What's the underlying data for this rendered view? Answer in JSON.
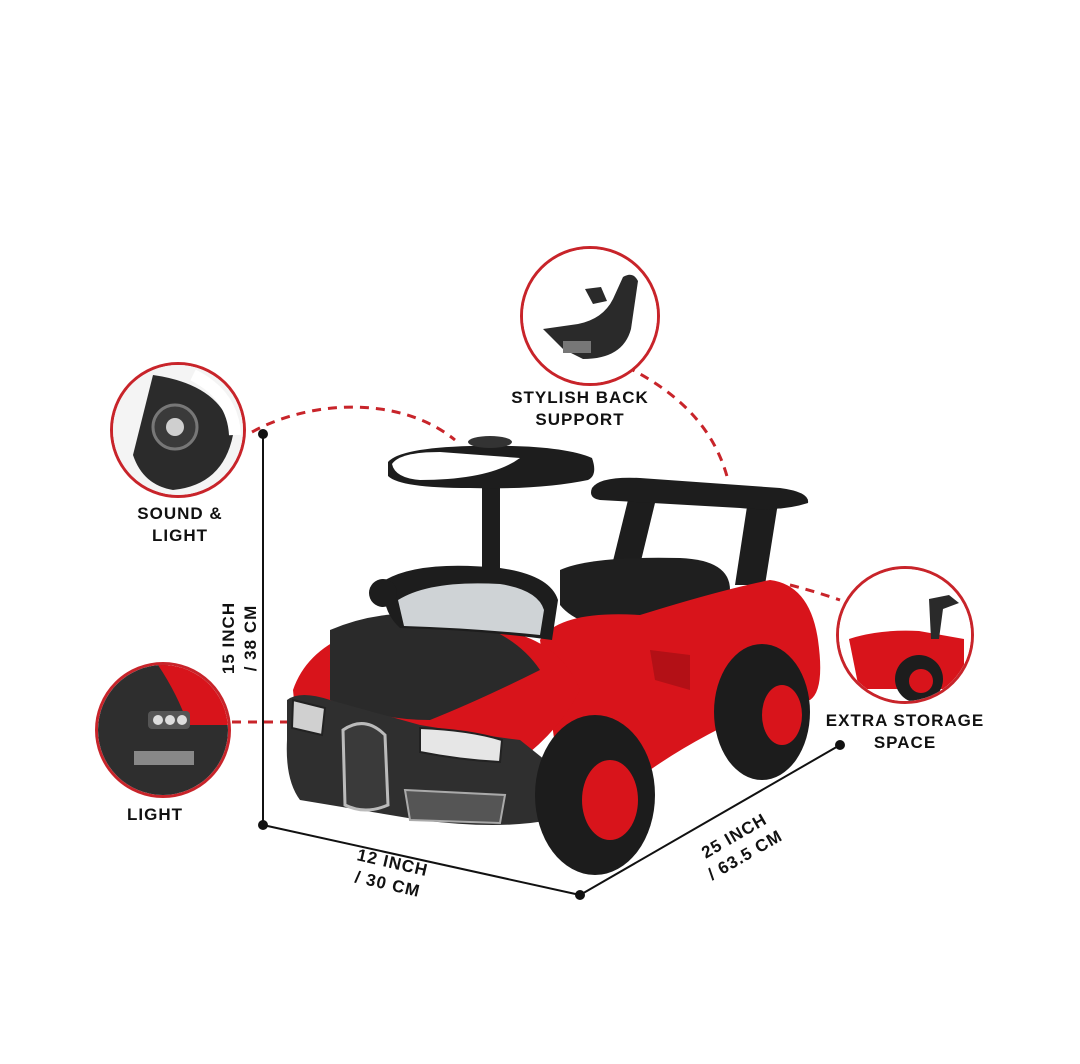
{
  "features": {
    "sound_light": [
      "SOUND &",
      "LIGHT"
    ],
    "back_support": [
      "STYLISH BACK",
      "SUPPORT"
    ],
    "light": "LIGHT",
    "storage": [
      "EXTRA STORAGE",
      "SPACE"
    ]
  },
  "dimensions": {
    "height": [
      "15 INCH",
      "/ 38 CM"
    ],
    "width": [
      "12 INCH",
      "/ 30 CM"
    ],
    "length": [
      "25 INCH",
      "/ 63.5 CM"
    ]
  },
  "colors": {
    "accent": "#c8242a",
    "car_red": "#d8141b",
    "car_dark": "#2a2a2a"
  }
}
